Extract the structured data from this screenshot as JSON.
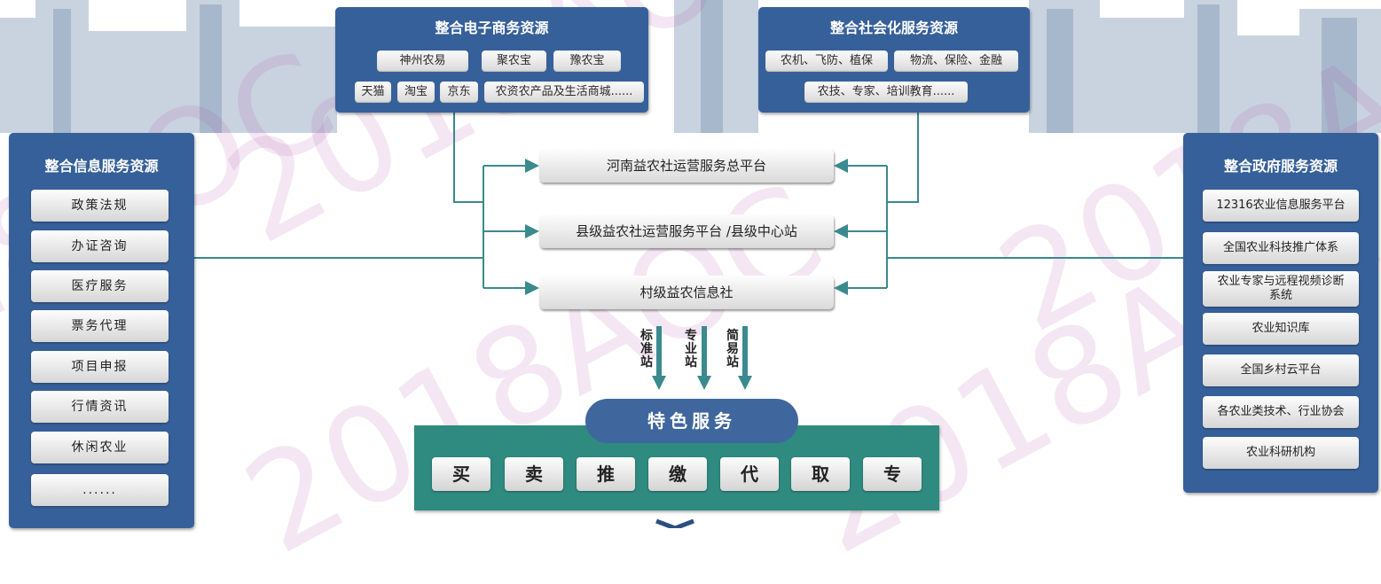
{
  "watermark": "2018AOC",
  "ecommerce": {
    "title": "整合电子商务资源",
    "chips": [
      "神州农易",
      "聚农宝",
      "豫农宝",
      "天猫",
      "淘宝",
      "京东",
      "农资农产品及生活商城......"
    ]
  },
  "social": {
    "title": "整合社会化服务资源",
    "chips": [
      "农机、飞防、植保",
      "物流、保险、金融",
      "农技、专家、培训教育......"
    ]
  },
  "info": {
    "title": "整合信息服务资源",
    "items": [
      "政策法规",
      "办证咨询",
      "医疗服务",
      "票务代理",
      "项目申报",
      "行情资讯",
      "休闲农业",
      "......"
    ]
  },
  "gov": {
    "title": "整合政府服务资源",
    "items": [
      "12316农业信息服务平台",
      "全国农业科技推广体系",
      "农业专家与远程视频诊断系统",
      "农业知识库",
      "全国乡村云平台",
      "各农业类技术、行业协会",
      "农业科研机构"
    ]
  },
  "platforms": [
    "河南益农社运营服务总平台",
    "县级益农社运营服务平台 /县级中心站",
    "村级益农信息社"
  ],
  "stations": [
    "标准站",
    "专业站",
    "简易站"
  ],
  "services": {
    "title": "特色服务",
    "items": [
      "买",
      "卖",
      "推",
      "缴",
      "代",
      "取",
      "专"
    ]
  },
  "colors": {
    "panel_blue": "#36609a",
    "connector_teal": "#3a8a8e",
    "service_green": "#2f8a80"
  }
}
